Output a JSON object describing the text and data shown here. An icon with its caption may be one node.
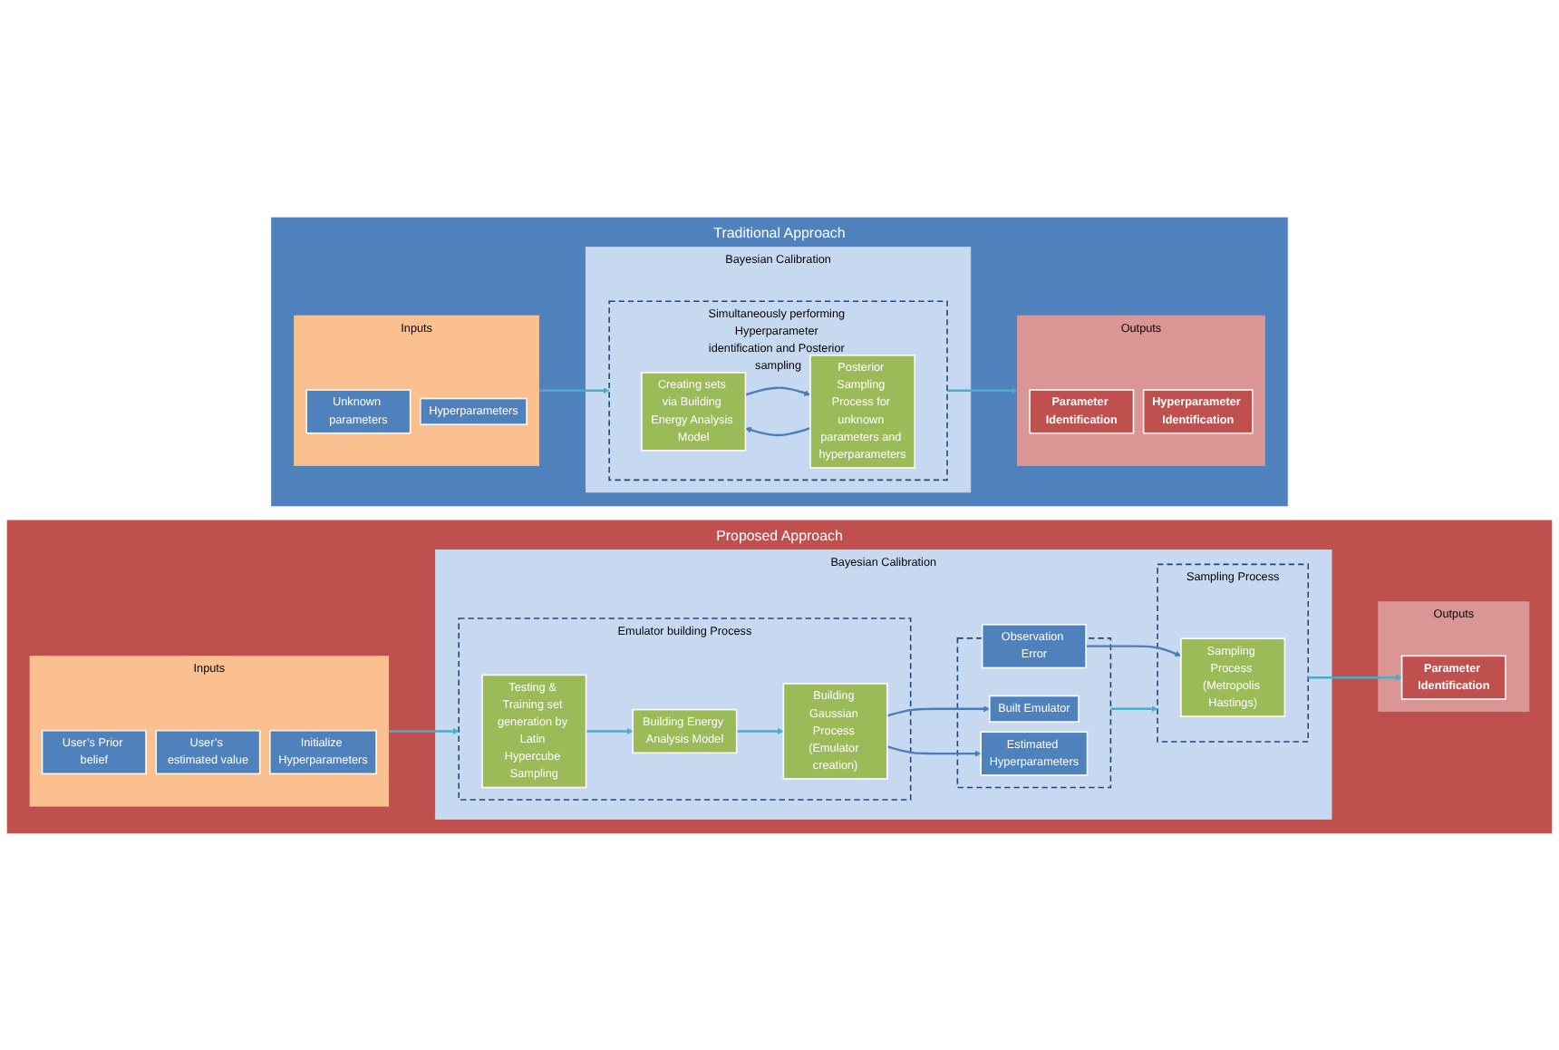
{
  "diagram": {
    "nodes": [
      {
        "text": [
          "Traditional Approach"
        ]
      },
      {
        "text": [
          "Inputs"
        ],
        "in": 0
      },
      {
        "text": [
          "Unknown parameters"
        ],
        "in": 1
      },
      {
        "text": [
          "Hyperparameters"
        ],
        "in": 1
      },
      {
        "text": [
          "Bayesian Calibration"
        ],
        "in": 0
      },
      {
        "text": [
          "Simultaneously performing Hyperparameter identification and Posterior sampling"
        ],
        "in": 4
      },
      {
        "text": [
          "Creating sets via Building Energy Analysis Model"
        ],
        "in": 5
      },
      {
        "text": [
          "Posterior Sampling Process for unknown parameters and hyperparameters"
        ],
        "in": 5
      },
      {
        "text": [
          "Outputs"
        ],
        "in": 0
      },
      {
        "text": [
          "Parameter Identification"
        ],
        "in": 8
      },
      {
        "text": [
          "Hyperparameter Identification"
        ],
        "in": 8
      },
      {
        "text": [
          "Proposed Approach"
        ]
      },
      {
        "text": [
          "Inputs"
        ],
        "in": 11
      },
      {
        "text": [
          "User’s Prior belief"
        ],
        "in": 12
      },
      {
        "text": [
          "User’s estimated value"
        ],
        "in": 12
      },
      {
        "text": [
          "Initialize Hyperparameters"
        ],
        "in": 12
      },
      {
        "text": [
          "Bayesian Calibration"
        ],
        "in": 11
      },
      {
        "text": [
          "Emulator building Process"
        ],
        "in": 16
      },
      {
        "text": [
          "Testing & Training set generation by Latin Hypercube Sampling"
        ],
        "in": 17
      },
      {
        "text": [
          "Building Energy Analysis Model"
        ],
        "in": 17
      },
      {
        "text": [
          "Building Gaussian Process (Emulator creation)"
        ],
        "in": 17
      },
      {
        "text": [],
        "shape": "box",
        "in": 16
      },
      {
        "text": [
          "Built Emulator"
        ],
        "in": 21
      },
      {
        "text": [
          "Estimated Hyperparameters"
        ],
        "in": 21
      },
      {
        "text": [
          "Sampling Process"
        ],
        "in": 16
      },
      {
        "text": [
          "Sampling Process (Metropolis Hastings)"
        ],
        "in": 24
      },
      {
        "text": [
          "Observation Error"
        ],
        "in": 16
      },
      {
        "text": [
          "Outputs"
        ],
        "in": 11
      },
      {
        "text": [
          "Parameter Identification"
        ],
        "in": 27
      }
    ],
    "edges": [
      {
        "from": 1,
        "to": 5,
        "arrow": "to"
      },
      {
        "from": 6,
        "to": 7,
        "arrow": "to",
        "color": "#4a7ebb"
      },
      {
        "from": 7,
        "to": 6,
        "arrow": "to",
        "color": "#4a7ebb"
      },
      {
        "from": 5,
        "to": 8,
        "arrow": "to"
      },
      {
        "from": 12,
        "to": 17,
        "arrow": "to"
      },
      {
        "from": 18,
        "to": 19,
        "arrow": "to"
      },
      {
        "from": 19,
        "to": 20,
        "arrow": "to"
      },
      {
        "from": 20,
        "to": 22,
        "arrow": "to",
        "color": "#4a7ebb"
      },
      {
        "from": 20,
        "to": 23,
        "arrow": "to",
        "color": "#4a7ebb"
      },
      {
        "from": 21,
        "to": 24,
        "arrow": "to"
      },
      {
        "from": 26,
        "to": 25,
        "arrow": "to",
        "color": "#4a7ebb"
      },
      {
        "from": 24,
        "to": 28,
        "arrow": "to"
      }
    ]
  }
}
